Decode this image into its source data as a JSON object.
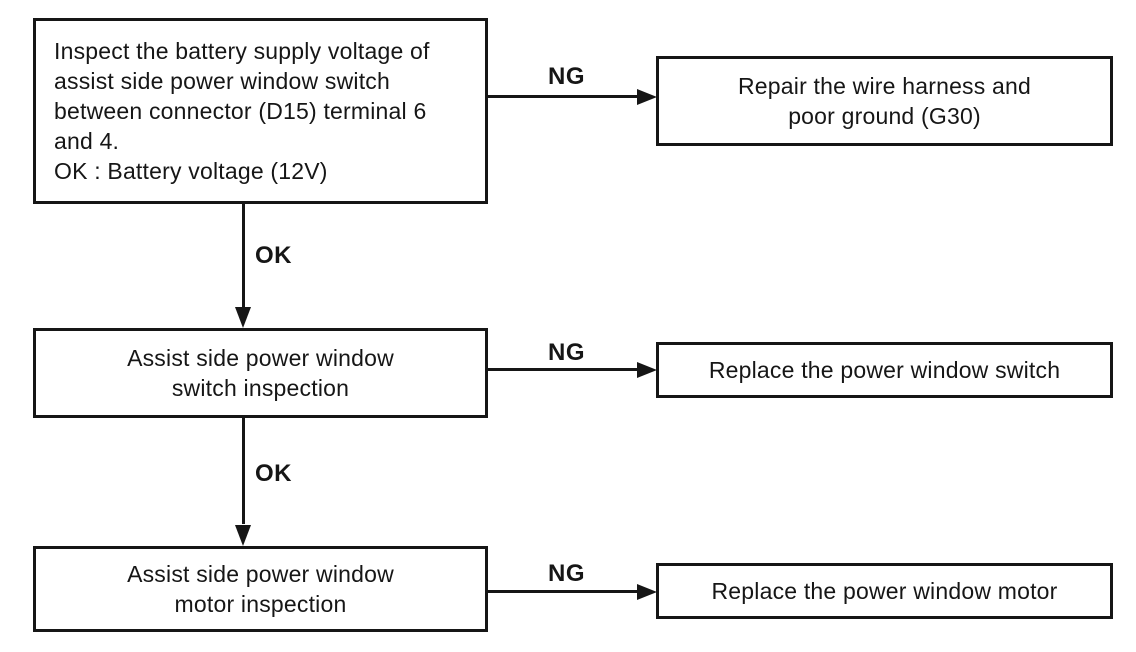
{
  "colors": {
    "ink": "#161616",
    "paper": "#ffffff"
  },
  "flowchart": {
    "nodes": {
      "inspect_voltage": {
        "text": "Inspect the battery supply voltage of\nassist side power window switch\nbetween connector (D15) terminal 6\nand 4.\nOK : Battery voltage (12V)"
      },
      "repair_harness": {
        "text": "Repair the wire harness and\npoor ground (G30)"
      },
      "switch_inspection": {
        "text": "Assist side power window\nswitch inspection"
      },
      "replace_switch": {
        "text": "Replace the power window switch"
      },
      "motor_inspection": {
        "text": "Assist side power window\nmotor inspection"
      },
      "replace_motor": {
        "text": "Replace the power window motor"
      }
    },
    "edges": {
      "ng_1": {
        "label": "NG"
      },
      "ok_1": {
        "label": "OK"
      },
      "ng_2": {
        "label": "NG"
      },
      "ok_2": {
        "label": "OK"
      },
      "ng_3": {
        "label": "NG"
      }
    }
  }
}
